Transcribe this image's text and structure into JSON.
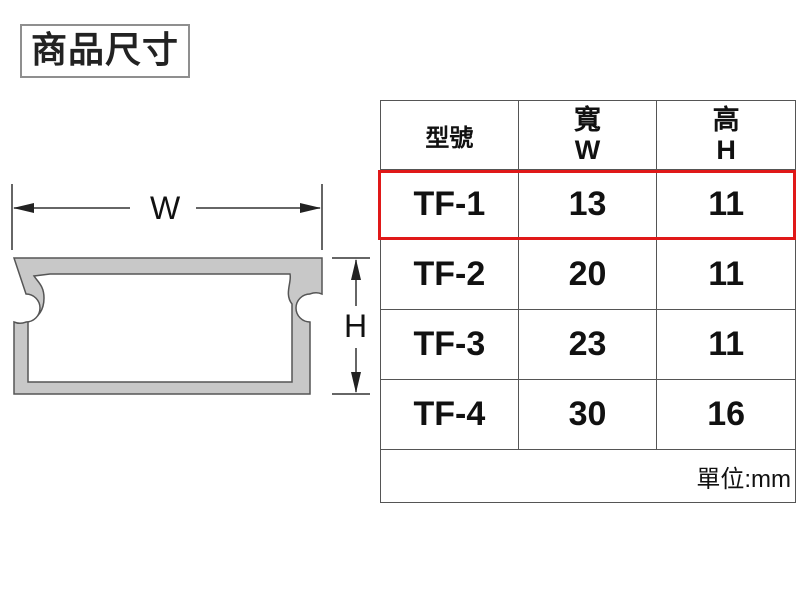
{
  "title": "商品尺寸",
  "diagram": {
    "width_label": "W",
    "height_label": "H",
    "profile_color": "#c8c8c8",
    "outline_color": "#555555"
  },
  "table": {
    "headers": {
      "model": "型號",
      "width_top": "寬",
      "width_bottom": "W",
      "height_top": "高",
      "height_bottom": "H"
    },
    "rows": [
      {
        "model": "TF-1",
        "width": "13",
        "height": "11",
        "highlighted": true
      },
      {
        "model": "TF-2",
        "width": "20",
        "height": "11",
        "highlighted": false
      },
      {
        "model": "TF-3",
        "width": "23",
        "height": "11",
        "highlighted": false
      },
      {
        "model": "TF-4",
        "width": "30",
        "height": "16",
        "highlighted": false
      }
    ],
    "unit": "單位:mm",
    "highlight_color": "#e01818"
  }
}
